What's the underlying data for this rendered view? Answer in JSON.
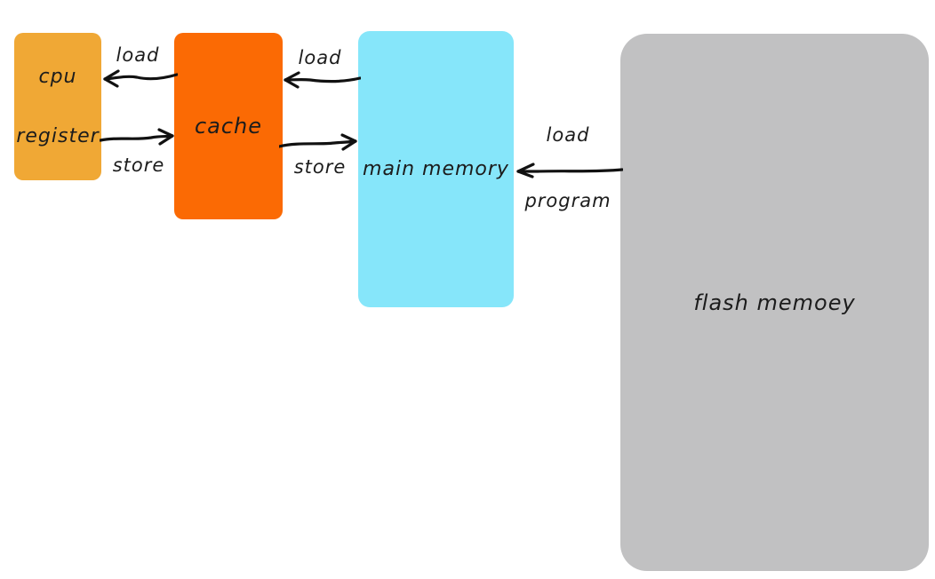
{
  "diagram": {
    "description": "memory hierarchy diagram",
    "text_color": "#1c1c1c",
    "arrow_color": "#111111",
    "background_color": "#ffffff",
    "nodes": [
      {
        "id": "cpu-register",
        "label": "cpu register",
        "label_lines": [
          "cpu",
          "register"
        ],
        "color": "#f0a835"
      },
      {
        "id": "cache",
        "label": "cache",
        "color": "#fb6a04"
      },
      {
        "id": "main-memory",
        "label": "main memory",
        "color": "#86e6fa"
      },
      {
        "id": "flash-memory",
        "label": "flash memoey",
        "color": "#c1c1c2"
      }
    ],
    "edges": [
      {
        "from": "cache",
        "to": "cpu-register",
        "label": "load",
        "direction": "left"
      },
      {
        "from": "cpu-register",
        "to": "cache",
        "label": "store",
        "direction": "right"
      },
      {
        "from": "main-memory",
        "to": "cache",
        "label": "load",
        "direction": "left"
      },
      {
        "from": "cache",
        "to": "main-memory",
        "label": "store",
        "direction": "right"
      },
      {
        "from": "flash-memory",
        "to": "main-memory",
        "label": "load program",
        "label_lines": [
          "load",
          "program"
        ],
        "direction": "left"
      }
    ]
  }
}
